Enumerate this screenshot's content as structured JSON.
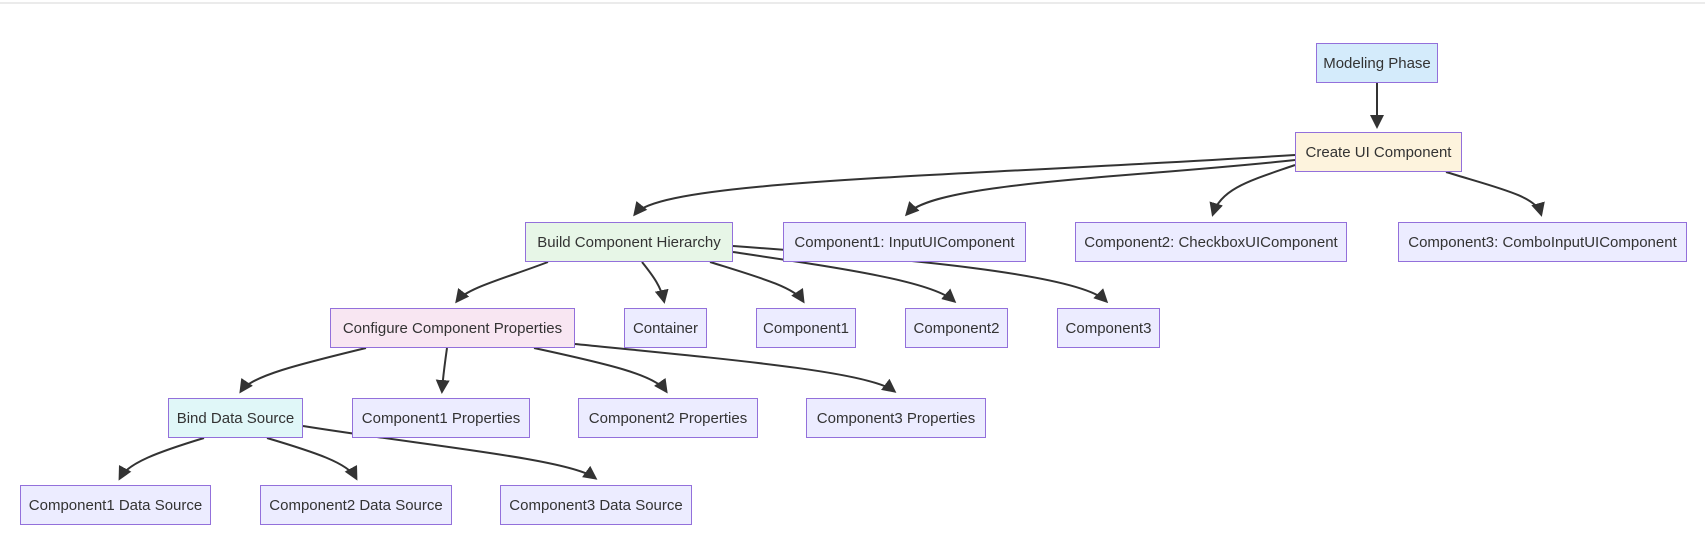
{
  "diagram": {
    "type": "flowchart-top-down",
    "nodes": {
      "modeling_phase": {
        "label": "Modeling Phase",
        "fill": "#d4ebfb"
      },
      "create_ui_component": {
        "label": "Create UI Component",
        "fill": "#fdf3dd"
      },
      "build_component_hierarchy": {
        "label": "Build Component Hierarchy",
        "fill": "#e7f6e7"
      },
      "component1_input": {
        "label": "Component1: InputUIComponent",
        "fill": "#ececff"
      },
      "component2_checkbox": {
        "label": "Component2: CheckboxUIComponent",
        "fill": "#ececff"
      },
      "component3_comboinput": {
        "label": "Component3: ComboInputUIComponent",
        "fill": "#ececff"
      },
      "configure_component_properties": {
        "label": "Configure Component Properties",
        "fill": "#f8e6f2"
      },
      "container": {
        "label": "Container",
        "fill": "#ececff"
      },
      "component1": {
        "label": "Component1",
        "fill": "#ececff"
      },
      "component2": {
        "label": "Component2",
        "fill": "#ececff"
      },
      "component3": {
        "label": "Component3",
        "fill": "#ececff"
      },
      "bind_data_source": {
        "label": "Bind Data Source",
        "fill": "#e0f7f8"
      },
      "component1_properties": {
        "label": "Component1 Properties",
        "fill": "#ececff"
      },
      "component2_properties": {
        "label": "Component2 Properties",
        "fill": "#ececff"
      },
      "component3_properties": {
        "label": "Component3 Properties",
        "fill": "#ececff"
      },
      "component1_data_source": {
        "label": "Component1 Data Source",
        "fill": "#ececff"
      },
      "component2_data_source": {
        "label": "Component2 Data Source",
        "fill": "#ececff"
      },
      "component3_data_source": {
        "label": "Component3 Data Source",
        "fill": "#ececff"
      }
    },
    "edges": [
      {
        "from": "modeling_phase",
        "to": "create_ui_component"
      },
      {
        "from": "create_ui_component",
        "to": "build_component_hierarchy"
      },
      {
        "from": "create_ui_component",
        "to": "component1_input"
      },
      {
        "from": "create_ui_component",
        "to": "component2_checkbox"
      },
      {
        "from": "create_ui_component",
        "to": "component3_comboinput"
      },
      {
        "from": "build_component_hierarchy",
        "to": "configure_component_properties"
      },
      {
        "from": "build_component_hierarchy",
        "to": "container"
      },
      {
        "from": "build_component_hierarchy",
        "to": "component1"
      },
      {
        "from": "build_component_hierarchy",
        "to": "component2"
      },
      {
        "from": "build_component_hierarchy",
        "to": "component3"
      },
      {
        "from": "configure_component_properties",
        "to": "bind_data_source"
      },
      {
        "from": "configure_component_properties",
        "to": "component1_properties"
      },
      {
        "from": "configure_component_properties",
        "to": "component2_properties"
      },
      {
        "from": "configure_component_properties",
        "to": "component3_properties"
      },
      {
        "from": "bind_data_source",
        "to": "component1_data_source"
      },
      {
        "from": "bind_data_source",
        "to": "component2_data_source"
      },
      {
        "from": "bind_data_source",
        "to": "component3_data_source"
      }
    ],
    "colors": {
      "node_border": "#9370db",
      "default_node_fill": "#ececff",
      "edge_stroke": "#333333",
      "text": "#333333",
      "background": "#ffffff"
    }
  }
}
